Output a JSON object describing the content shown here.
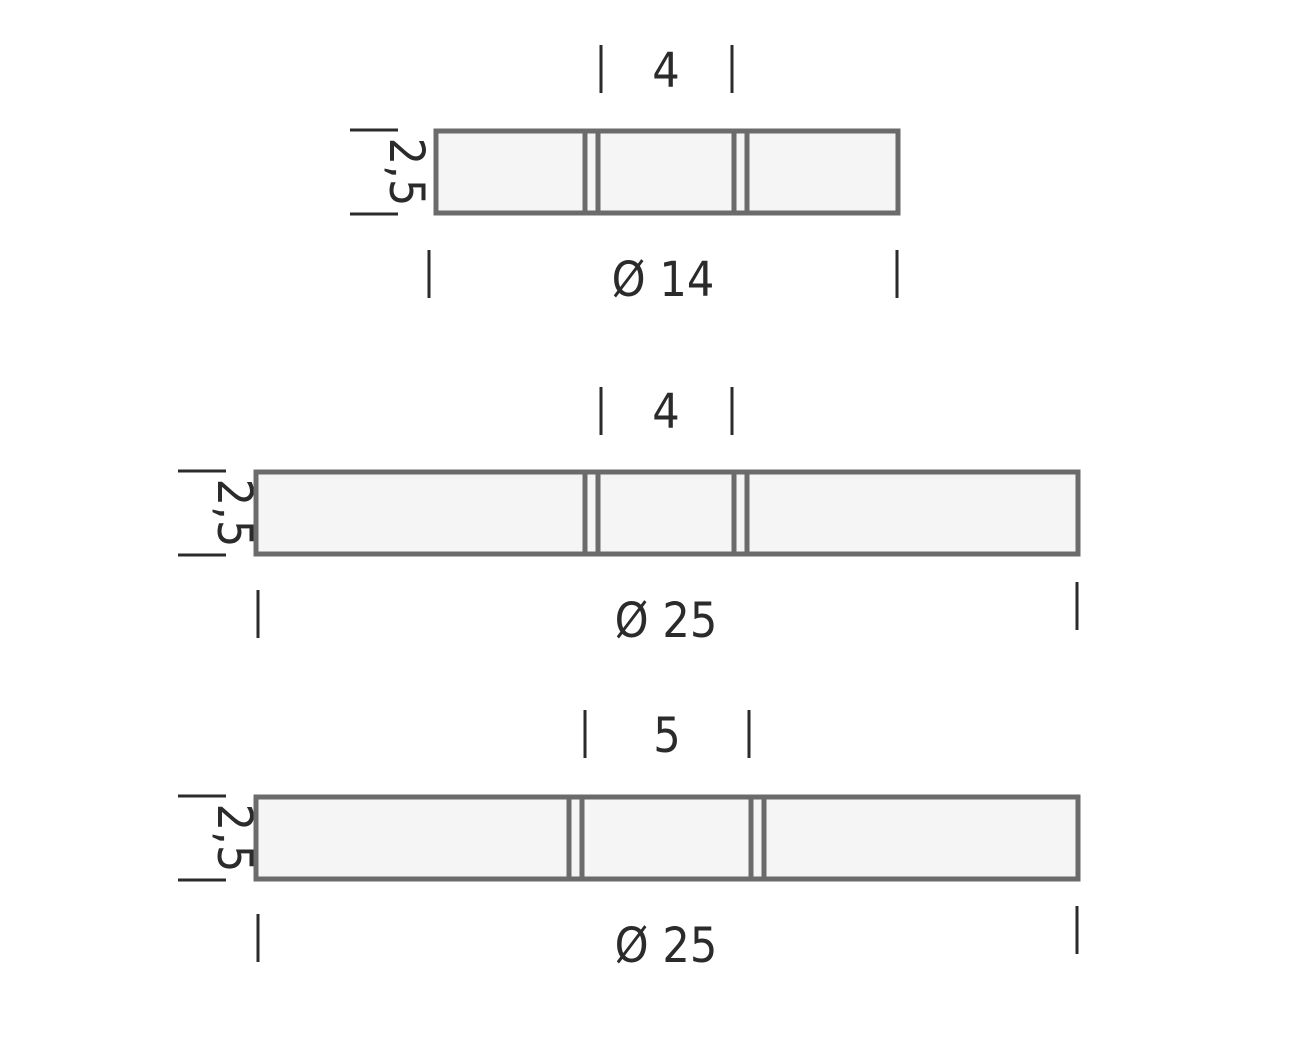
{
  "colors": {
    "outline": "#6b6b6b",
    "fill": "#f5f5f5",
    "ink": "#2b2b2b",
    "background": "#ffffff"
  },
  "diagrams": [
    {
      "center_width": "4",
      "height": "2,5",
      "diameter": "Ø 14"
    },
    {
      "center_width": "4",
      "height": "2,5",
      "diameter": "Ø 25"
    },
    {
      "center_width": "5",
      "height": "2,5",
      "diameter": "Ø 25"
    }
  ]
}
